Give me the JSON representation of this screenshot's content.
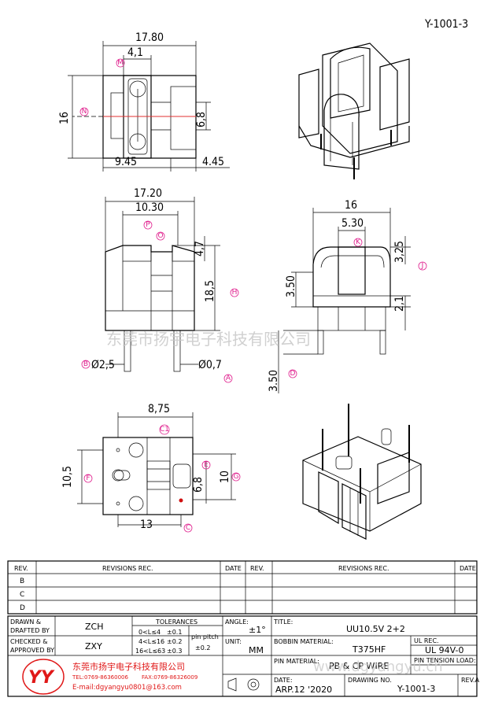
{
  "drawing_code": "Y-1001-3",
  "view_top": {
    "width": "17.80",
    "inner": "4,1",
    "height": "16",
    "slot": "6,8",
    "left": "9.45",
    "right": "4.45"
  },
  "view_front": {
    "width": "17.20",
    "inner": "10.30",
    "h1": "4,7",
    "h2": "18,5",
    "pin_dia": "Ø2,5",
    "pin_dia2": "Ø0,7"
  },
  "view_side": {
    "width": "16",
    "inner": "5.30",
    "h1": "3,25",
    "h2": "3.50",
    "h3": "2,1",
    "pin_len": "3.50"
  },
  "view_bottom": {
    "w1": "8,75",
    "h1": "10,5",
    "h2": "6,8",
    "h3": "10",
    "w2": "13"
  },
  "watermark": "东莞市扬宇电子科技有限公司",
  "watermark2": "www.dgyangyu.cn",
  "markers": [
    "M",
    "N",
    "P",
    "O",
    "H",
    "B",
    "A",
    "K",
    "J",
    "D",
    "C1",
    "E",
    "F",
    "G",
    "C"
  ],
  "revisions": {
    "headers": [
      "REV.",
      "REVISIONS    REC.",
      "DATE",
      "REV.",
      "REVISIONS    REC.",
      "DATE"
    ],
    "rows": [
      "B",
      "C",
      "D"
    ]
  },
  "title_block": {
    "drawn_label": "DRAWN &\nDRAFTED BY",
    "drawn_value": "ZCH",
    "checked_label": "CHECKED &\nAPPROVED BY",
    "checked_value": "ZXY",
    "tolerances_label": "TOLERANCES",
    "tol_rows": [
      {
        "range": "0<L≤4",
        "tol": "±0.1"
      },
      {
        "range": "4<L≤16",
        "tol": "±0.2"
      },
      {
        "range": "16<L≤63",
        "tol": "±0.3"
      }
    ],
    "pin_pitch_label": "pin pitch",
    "pin_pitch_value": "±0.2",
    "angle_label": "ANGLE:",
    "angle_value": "±1°",
    "unit_label": "UNIT:",
    "unit_value": "MM",
    "title_label": "TITLE:",
    "title_value": "UU10.5V  2+2",
    "bobbin_label": "BOBBIN MATERIAL:",
    "bobbin_value": "T375HF",
    "ul_label": "UL REC.",
    "ul_value": "UL 94V-0",
    "pin_label": "PIN MATERIAL:",
    "pin_value": "PB  &  CP  WIRE",
    "pin_tension_label": "PIN TENSION LOAD:",
    "date_label": "DATE:",
    "date_value": "ARP.12  '2020",
    "drawing_no_label": "DRAWING NO.",
    "drawing_no_value": "Y-1001-3",
    "rev_label": "REV.A",
    "company": "东莞市扬宇电子科技有限公司",
    "tel": "TEL:0769-86360006",
    "fax": "FAX:0769-86326009",
    "email": "E-mail:dgyangyu0801@163.com",
    "logo_letters": "YY"
  }
}
